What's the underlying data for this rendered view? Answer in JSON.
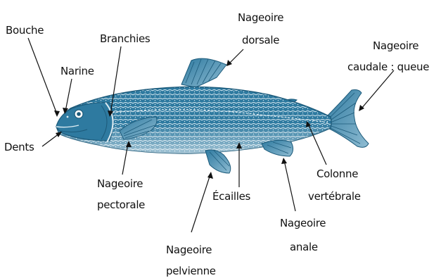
{
  "colors": {
    "fish_body": "#2e7aa0",
    "fish_dark": "#1c5a7a",
    "fish_light": "#dcebf2",
    "label_text": "#111111",
    "background": "#ffffff"
  },
  "labels": {
    "bouche": "Bouche",
    "branchies": "Branchies",
    "narine": "Narine",
    "dorsale_1": "Nageoire",
    "dorsale_2": "dorsale",
    "caudale_1": "Nageoire",
    "caudale_2": "caudale : queue",
    "dents": "Dents",
    "pectorale_1": "Nageoire",
    "pectorale_2": "pectorale",
    "colonne_1": "Colonne",
    "colonne_2": "vertébrale",
    "ecailles": "Écailles",
    "anale_1": "Nageoire",
    "anale_2": "anale",
    "pelvienne_1": "Nageoire",
    "pelvienne_2": "pelvienne"
  }
}
